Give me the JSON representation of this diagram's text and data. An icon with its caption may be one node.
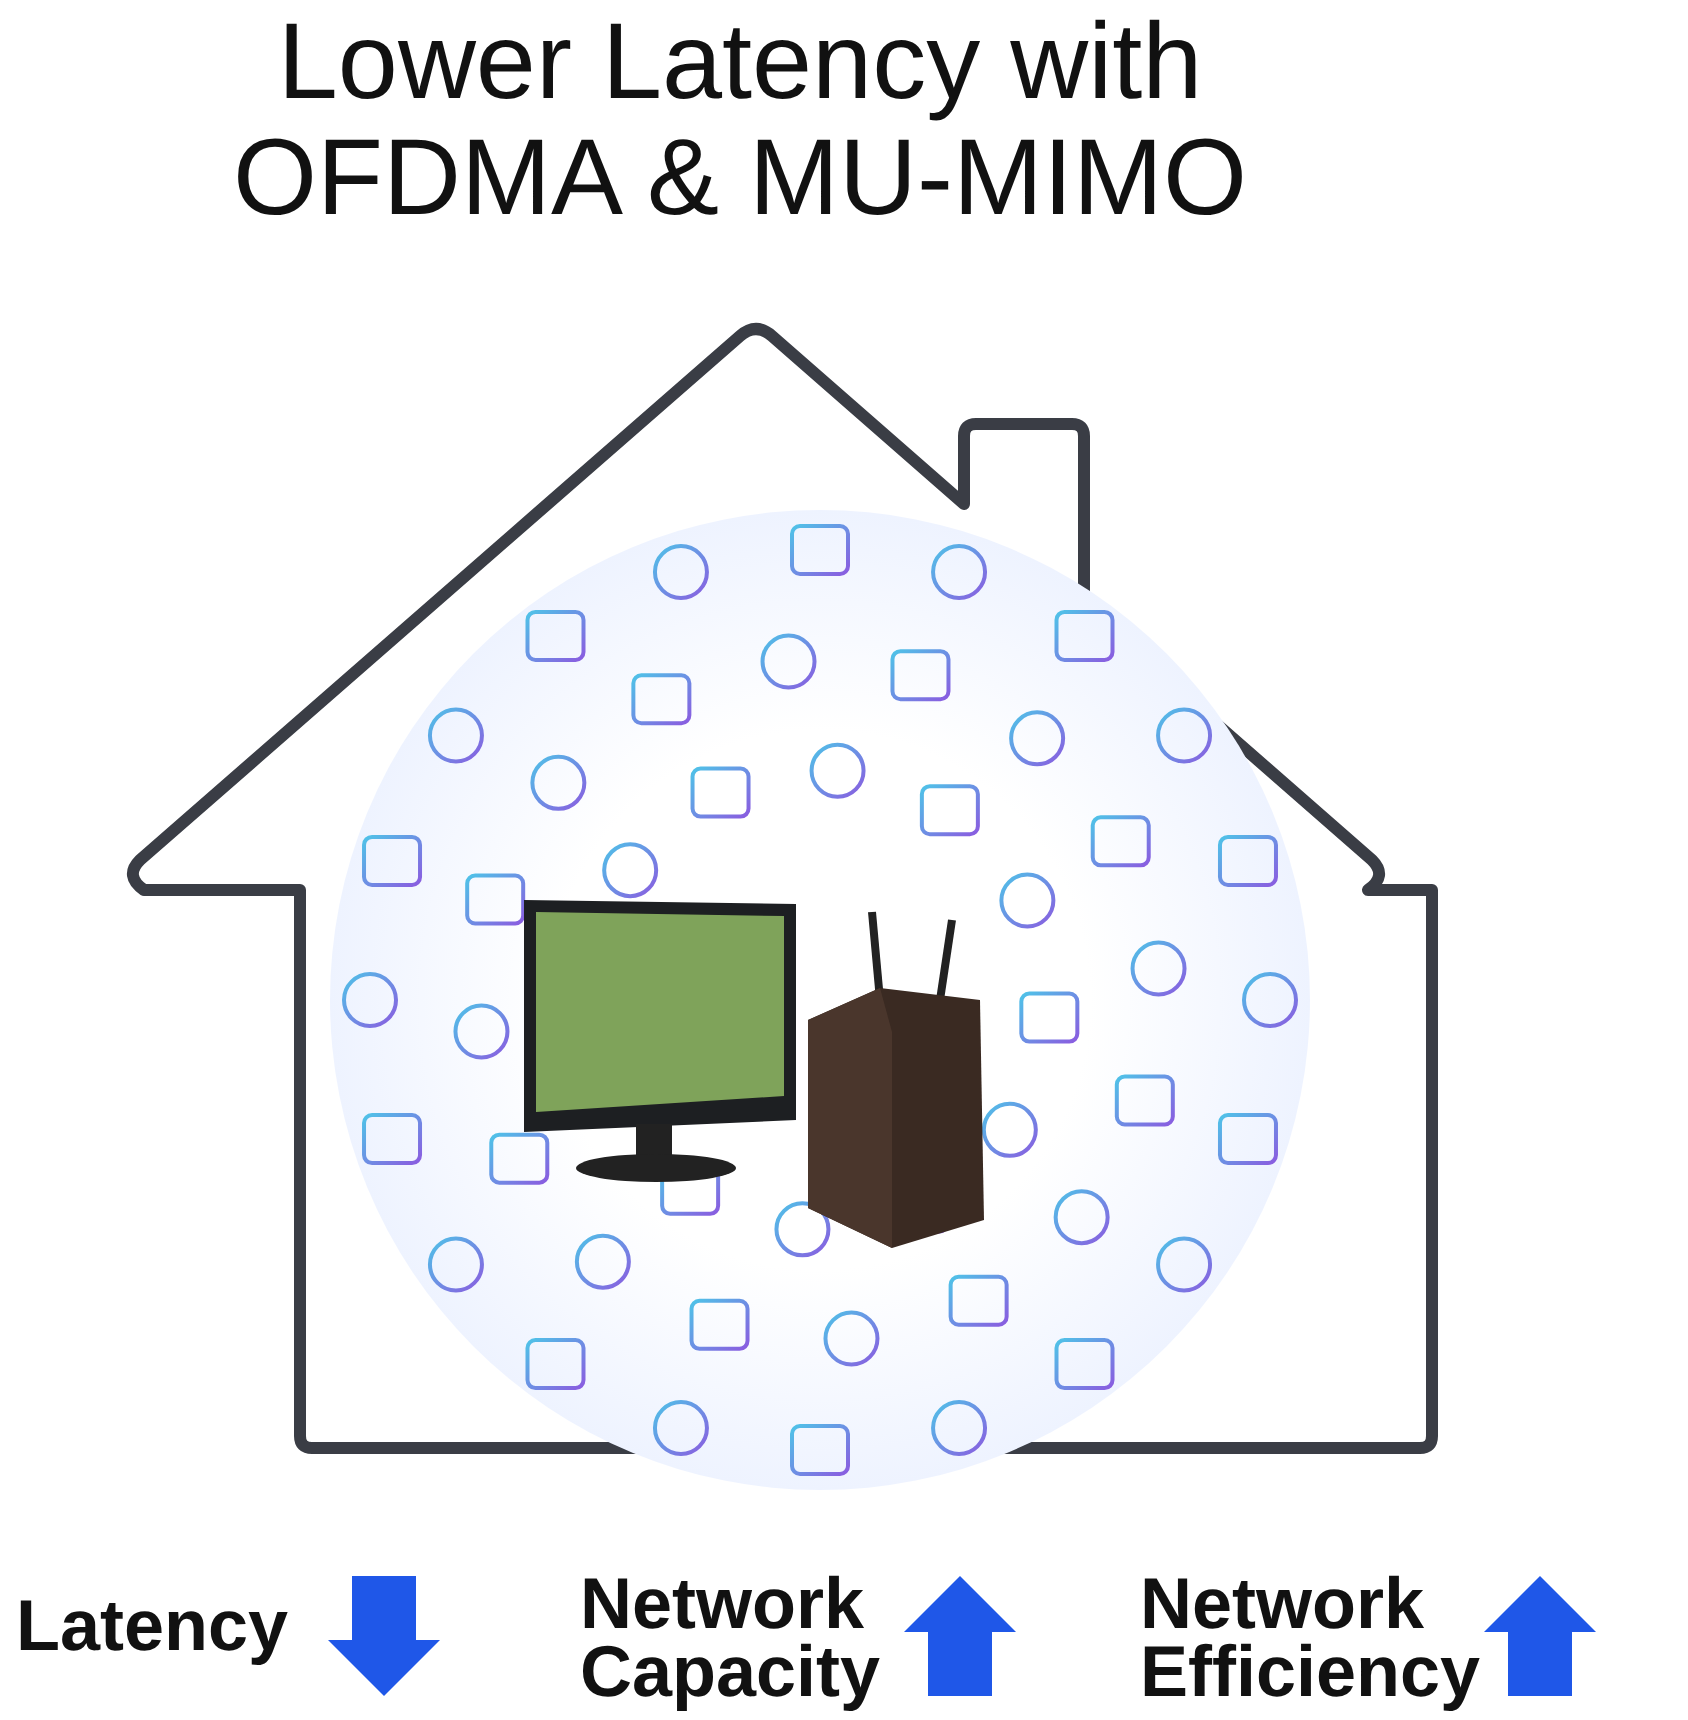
{
  "diagram": {
    "title": "Lower Latency with OFDMA & MU-MIMO",
    "labels": [
      "Latency",
      "Network Capacity",
      "Network Efficiency"
    ]
  }
}
